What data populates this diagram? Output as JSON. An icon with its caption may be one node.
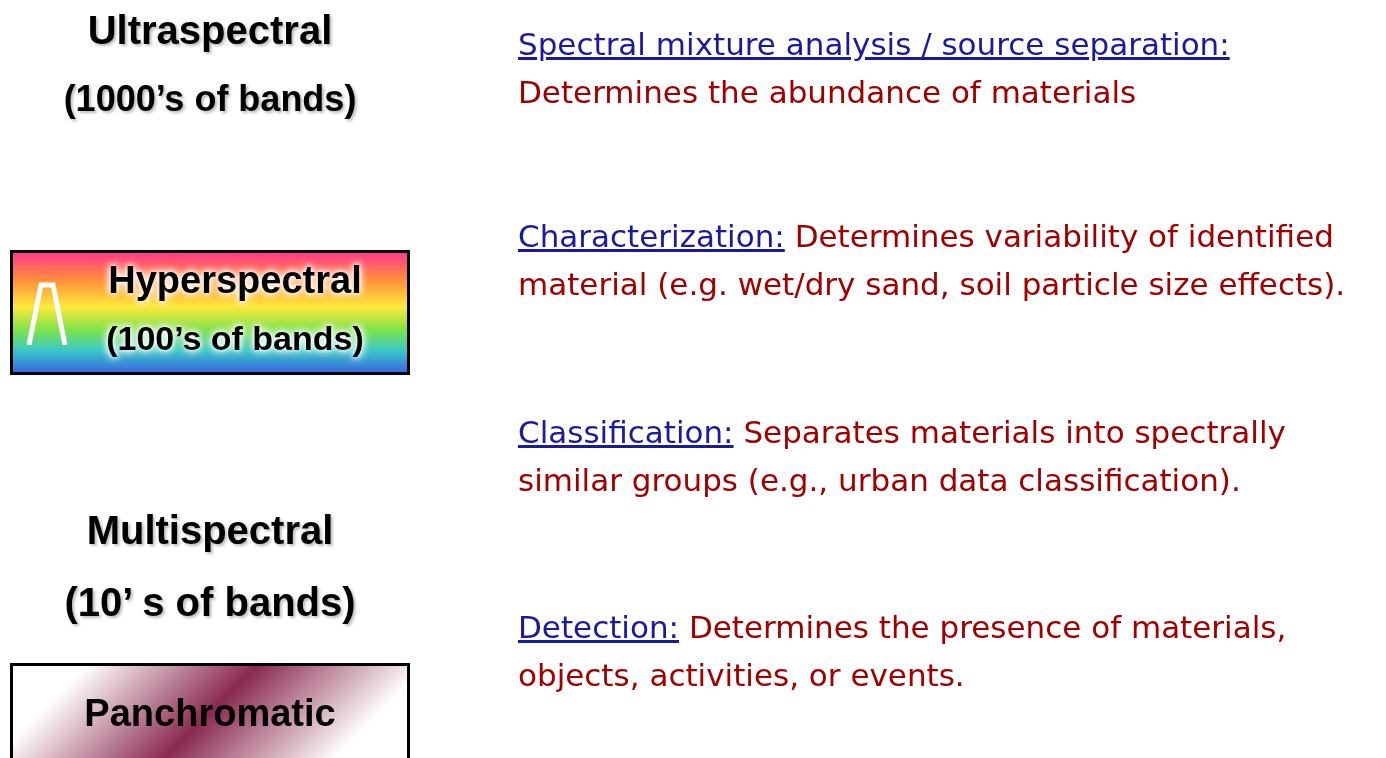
{
  "diagram": {
    "nodes": [
      {
        "text": [
          "Hyperspectral",
          "(100’s of bands)"
        ]
      },
      {
        "text": [
          "Panchromatic"
        ]
      }
    ],
    "labels": [
      "Ultraspectral",
      "(1000’s of bands)",
      "Spectral mixture analysis / source separation:",
      "Determines the abundance of materials",
      "Characterization:",
      "Determines variability of identified material (e.g. wet/dry sand, soil particle size effects).",
      "Classification:",
      "Separates materials into spectrally similar groups (e.g., urban data classification).",
      "Multispectral",
      "(10’ s of bands)",
      "Detection:",
      "Determines the presence of materials, objects, activities, or events."
    ]
  }
}
